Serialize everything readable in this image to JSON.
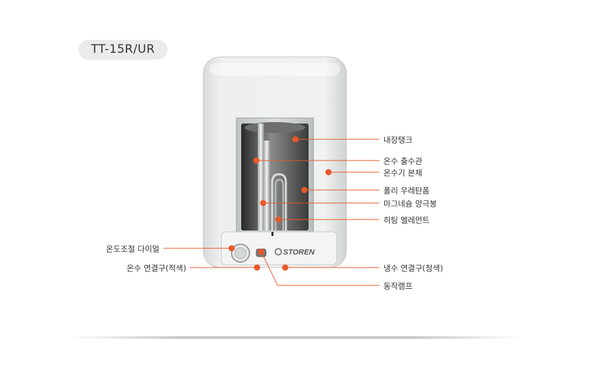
{
  "model": "TT-15R/UR",
  "brand": "STOREN",
  "colors": {
    "callout": "#e8592a",
    "body": "#ececec",
    "badge": "#ebebeb"
  },
  "callouts": {
    "inner_tank": "내장탱크",
    "hot_water_outlet": "온수 출수관",
    "heater_body": "온수기 본체",
    "polyurethane_foam": "폴리 우레탄폼",
    "magnesium_anode": "마그네슘 양극봉",
    "heating_element": "히팅 엘레먼트",
    "temp_dial": "온도조절 다이얼",
    "hot_connector": "온수 연결구(적색)",
    "cold_connector": "냉수 연결구(청색)",
    "operation_lamp": "동작램프"
  }
}
